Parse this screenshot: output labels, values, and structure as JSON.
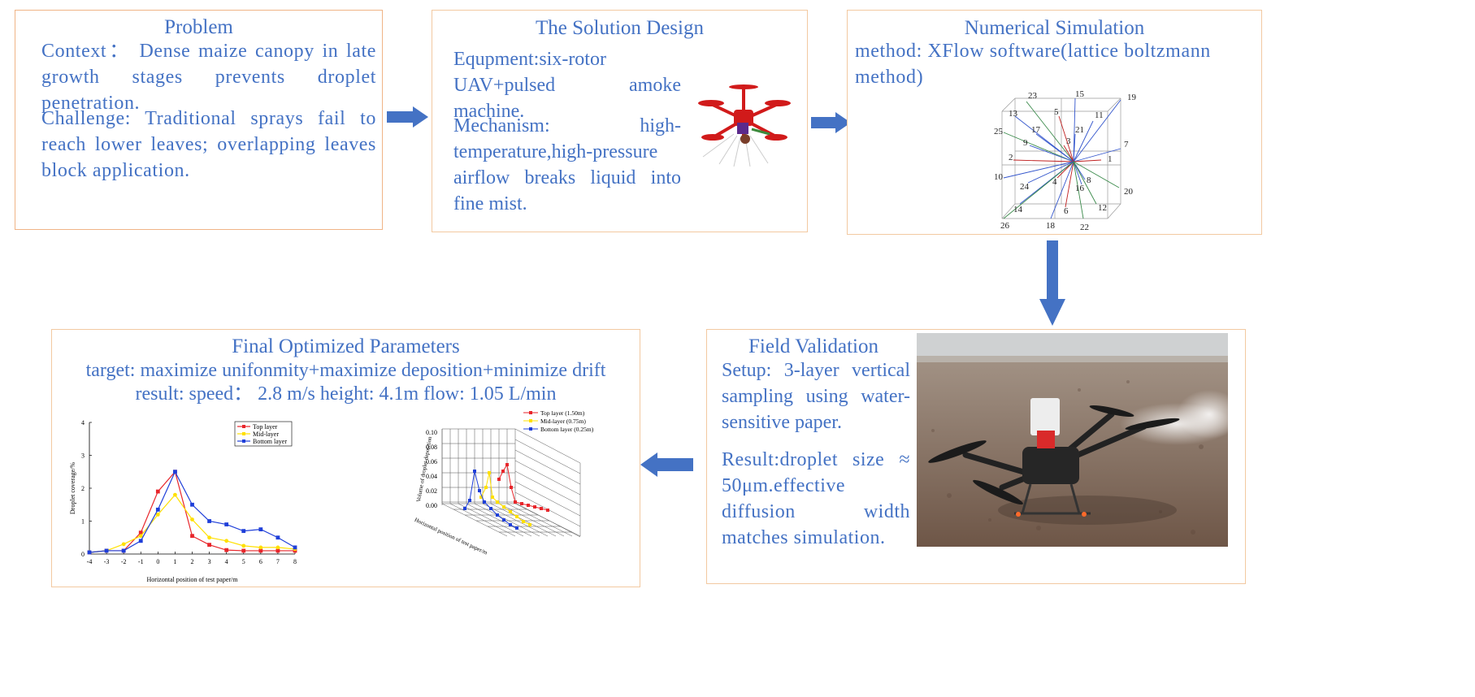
{
  "problem": {
    "title": "Problem",
    "context": "Context： Dense maize canopy in late growth stages prevents droplet penetration.",
    "challenge": "Challenge: Traditional sprays fail to reach lower leaves; overlapping leaves block application."
  },
  "solution": {
    "title": "The Solution Design",
    "equipment": "Equpment:six-rotor UAV+pulsed amoke machine.",
    "mechanism": "Mechanism: high-temperature,high-pressure airflow breaks liquid into fine mist."
  },
  "simulation": {
    "title": "Numerical Simulation",
    "method": "method: XFlow software(lattice boltzmann method)",
    "lattice_labels": [
      "23",
      "15",
      "19",
      "13",
      "5",
      "11",
      "17",
      "21",
      "25",
      "9",
      "3",
      "7",
      "2",
      "1",
      "10",
      "4",
      "8",
      "20",
      "24",
      "16",
      "14",
      "6",
      "12",
      "26",
      "18",
      "22"
    ]
  },
  "field": {
    "title": "Field Validation",
    "setup": "Setup: 3-layer vertical sampling using water-sensitive paper.",
    "result": "Result:droplet size ≈ 50μm.effective diffusion width matches simulation."
  },
  "final": {
    "title": "Final Optimized Parameters",
    "target": "target: maximize unifonmity+maximize deposition+minimize drift",
    "result": "result: speed：  2.8 m/s height: 4.1m flow: 1.05 L/min"
  },
  "colors": {
    "accent": "#4472c4",
    "border": "#f2c9a1",
    "arrow": "#4472c4",
    "top": "#e8262b",
    "mid": "#ffe000",
    "bottom": "#1f3fd9"
  },
  "chart_data": [
    {
      "type": "line",
      "title": "",
      "xlabel": "Horizontal position of test paper/m",
      "ylabel": "Droplet coverage/%",
      "x": [
        -4,
        -3,
        -2,
        -1,
        0,
        1,
        2,
        3,
        4,
        5,
        6,
        7,
        8
      ],
      "xlim": [
        -4,
        8
      ],
      "ylim": [
        0,
        4
      ],
      "yticks": [
        0,
        1,
        2,
        3,
        4
      ],
      "legend": "top-right",
      "grid": false,
      "series": [
        {
          "name": "Top layer",
          "color": "#e8262b",
          "marker": "square",
          "values": [
            0.05,
            0.1,
            0.1,
            0.65,
            1.9,
            2.5,
            0.55,
            0.28,
            0.12,
            0.1,
            0.1,
            0.1,
            0.1
          ]
        },
        {
          "name": "Mid-layer",
          "color": "#ffe000",
          "marker": "circle",
          "values": [
            0.05,
            0.1,
            0.3,
            0.55,
            1.2,
            1.8,
            1.05,
            0.5,
            0.4,
            0.25,
            0.2,
            0.2,
            0.15
          ]
        },
        {
          "name": "Bottom layer",
          "color": "#1f3fd9",
          "marker": "square",
          "values": [
            0.05,
            0.1,
            0.1,
            0.4,
            1.35,
            2.5,
            1.5,
            1.0,
            0.9,
            0.7,
            0.75,
            0.5,
            0.2
          ]
        }
      ]
    },
    {
      "type": "scatter",
      "title": "",
      "xlabel": "Horizontal position of test paper/m",
      "ylabel": "Volume of droplet deposition",
      "zlabel": "",
      "ylim": [
        0.0,
        0.1
      ],
      "yticks": [
        "0.00",
        "0.02",
        "0.04",
        "0.06",
        "0.08",
        "0.10"
      ],
      "legend": "top-right",
      "series": [
        {
          "name": "Top layer (1.50m)",
          "color": "#e8262b",
          "marker": "square"
        },
        {
          "name": "Mid-layer (0.75m)",
          "color": "#ffe000",
          "marker": "circle"
        },
        {
          "name": "Bottom layer (0.25m)",
          "color": "#1f3fd9",
          "marker": "square"
        }
      ]
    }
  ]
}
